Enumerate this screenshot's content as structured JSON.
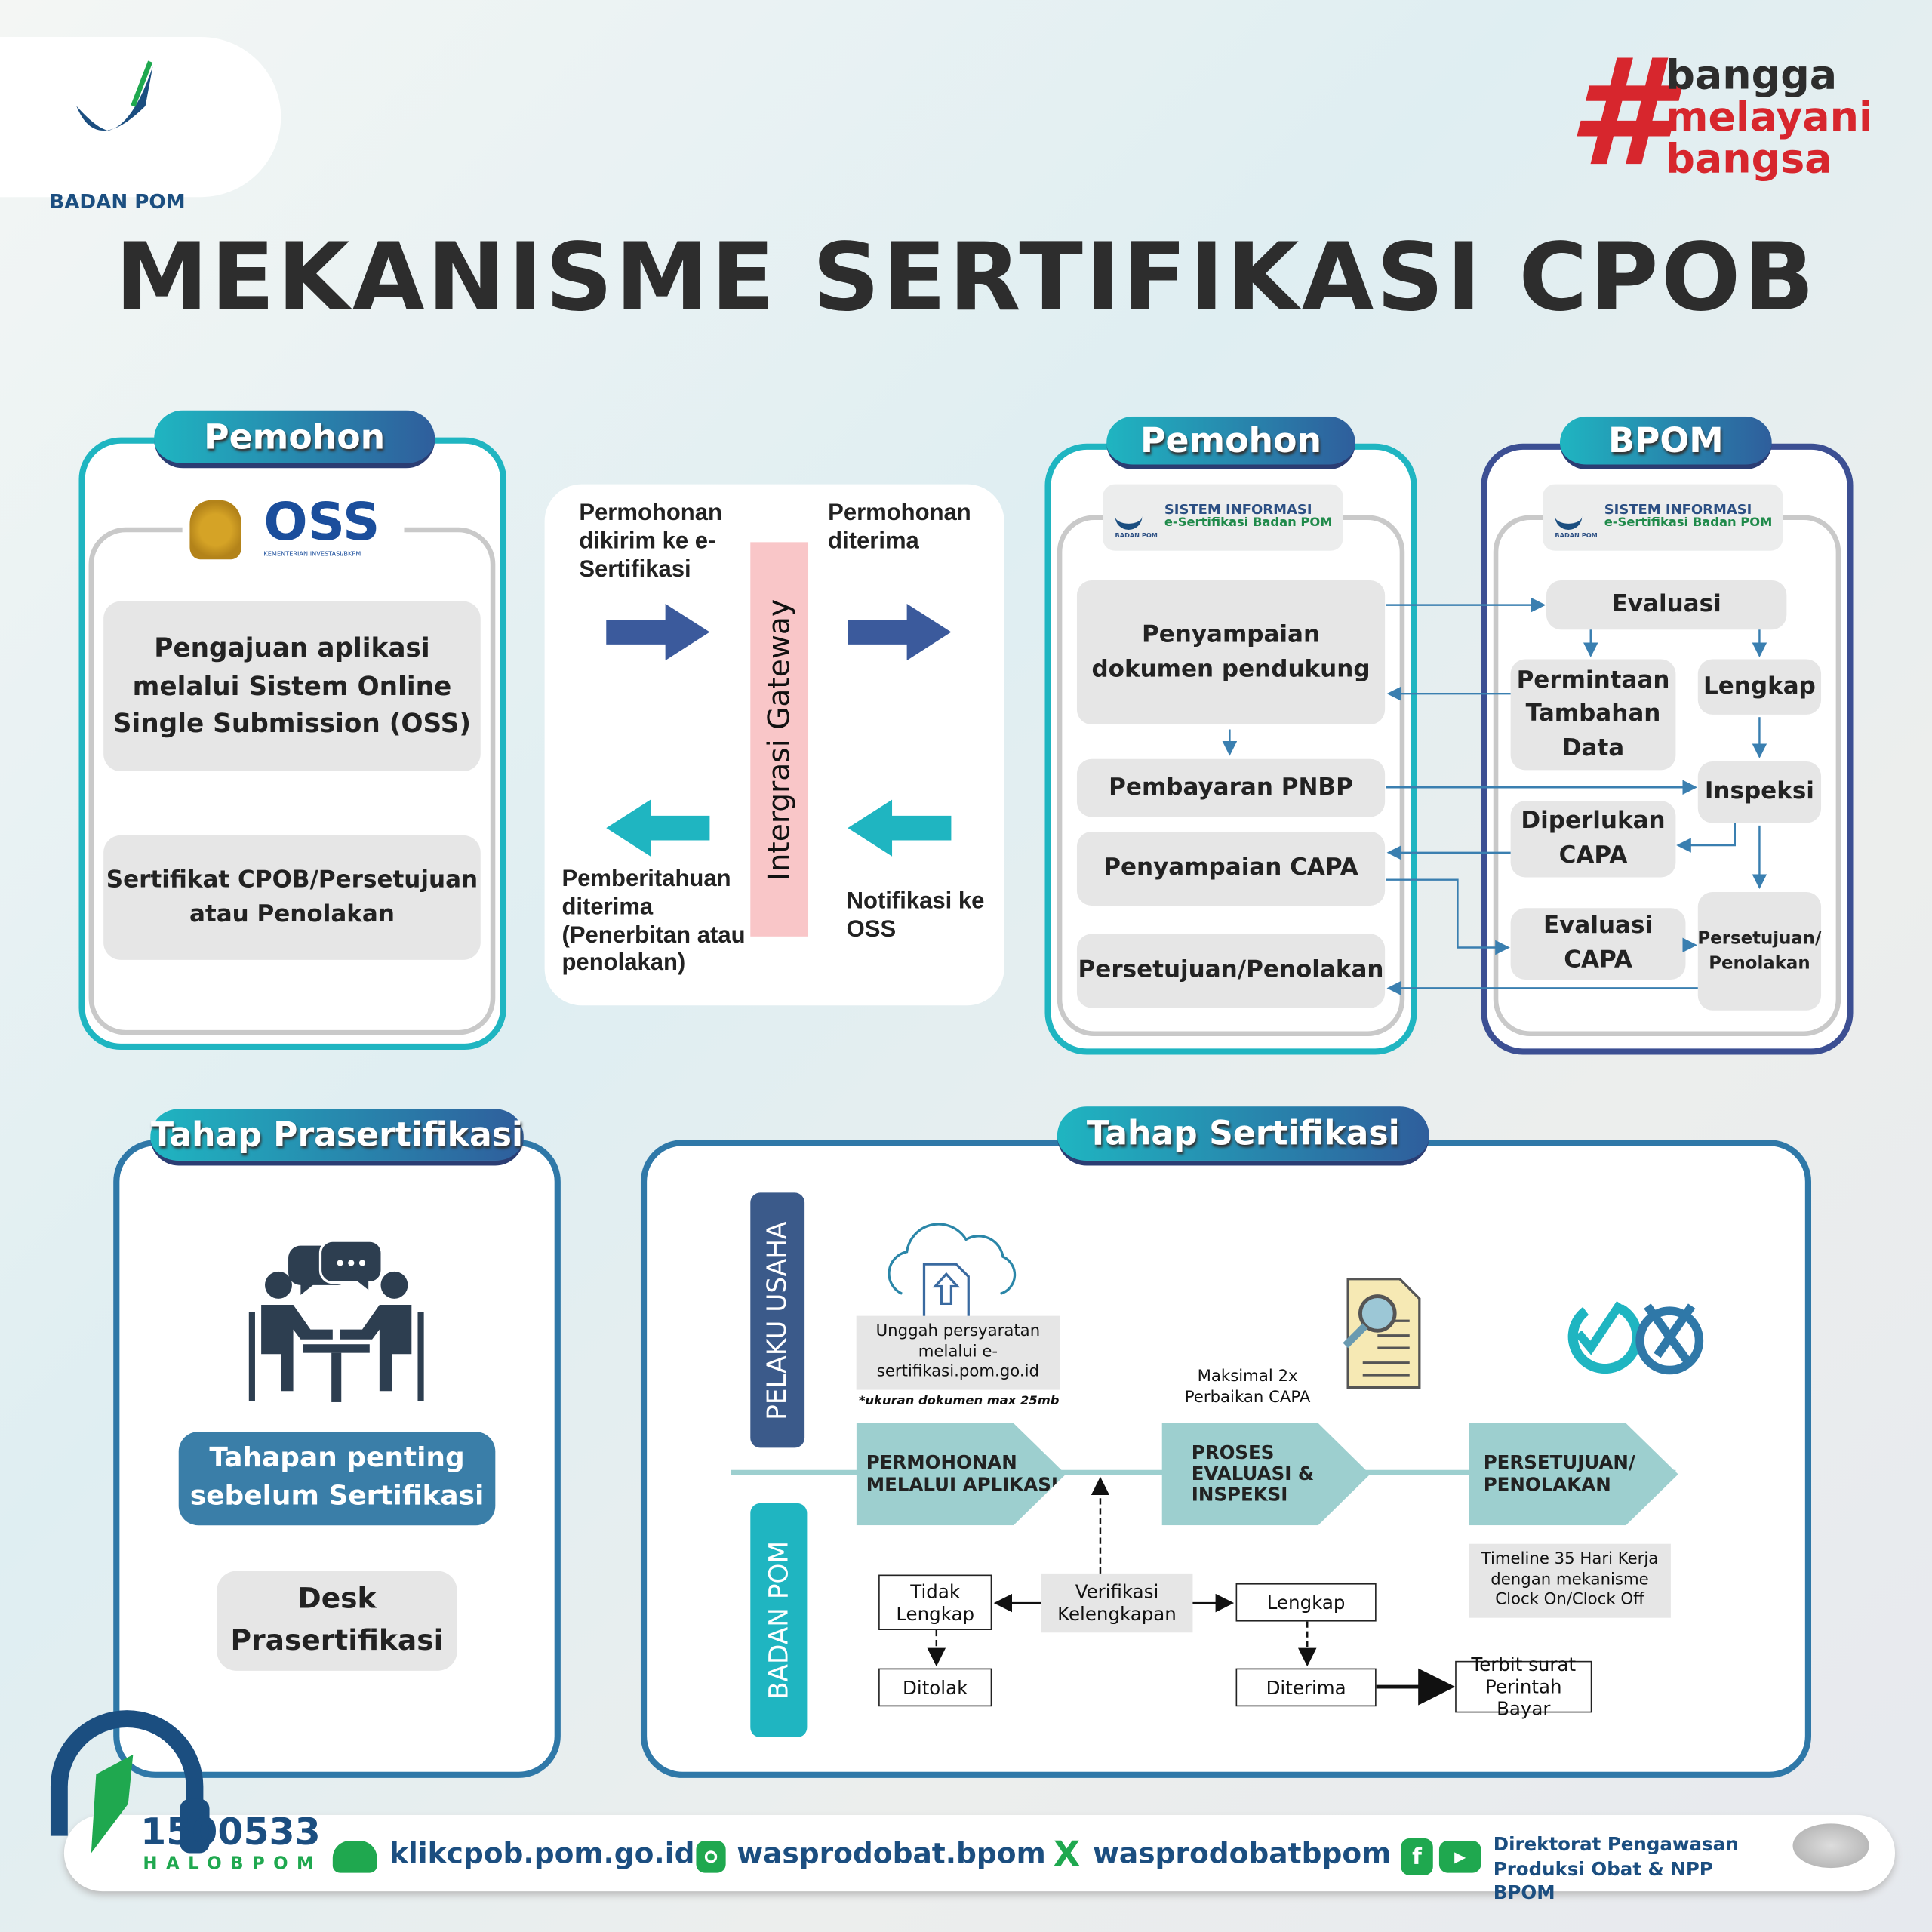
{
  "logo": {
    "text": "BADAN POM"
  },
  "hashtag": {
    "symbol": "#",
    "lines": [
      "bangga",
      "melayani",
      "bangsa"
    ]
  },
  "title": "MEKANISME SERTIFIKASI CPOB",
  "pemohon_oss": {
    "header": "Pemohon",
    "oss_logo": "OSS",
    "oss_sub": "KEMENTERIAN INVESTASI/BKPM",
    "items": [
      "Pengajuan aplikasi melalui Sistem Online Single Submission (OSS)",
      "Sertifikat CPOB/Persetujuan atau Penolakan"
    ]
  },
  "gateway": {
    "label": "Intergrasi Gateway",
    "top_left": "Permohonan dikirim ke e-Sertifikasi",
    "top_right": "Permohonan diterima",
    "bottom_left": "Pemberitahuan diterima (Penerbitan atau penolakan)",
    "bottom_right": "Notifikasi ke OSS"
  },
  "system_logo": {
    "line1": "SISTEM INFORMASI",
    "line2": "e-Sertifikasi Badan POM",
    "mini": "BADAN POM"
  },
  "pemohon_esert": {
    "header": "Pemohon",
    "items": [
      "Penyampaian dokumen pendukung",
      "Pembayaran PNBP",
      "Penyampaian CAPA",
      "Persetujuan/Penolakan"
    ]
  },
  "bpom": {
    "header": "BPOM",
    "items": {
      "evaluasi": "Evaluasi",
      "permintaan": "Permintaan Tambahan Data",
      "lengkap": "Lengkap",
      "inspeksi": "Inspeksi",
      "diperlukan_capa": "Diperlukan CAPA",
      "evaluasi_capa": "Evaluasi CAPA",
      "persetujuan": "Persetujuan/ Penolakan"
    }
  },
  "prasertifikasi": {
    "header": "Tahap Prasertifikasi",
    "highlight": "Tahapan penting sebelum Sertifikasi",
    "desk": "Desk Prasertifikasi"
  },
  "sertifikasi": {
    "header": "Tahap Sertifikasi",
    "lane_top": "PELAKU USAHA",
    "lane_bottom": "BADAN POM",
    "upload": "Unggah persyaratan melalui e-sertifikasi.pom.go.id",
    "upload_note": "*ukuran dokumen max 25mb",
    "capa_note": "Maksimal 2x Perbaikan CAPA",
    "steps": [
      "PERMOHONAN MELALUI APLIKASI",
      "PROSES EVALUASI & INSPEKSI",
      "PERSETUJUAN/ PENOLAKAN"
    ],
    "timeline": "Timeline 35 Hari Kerja dengan mekanisme Clock On/Clock Off",
    "verifikasi": "Verifikasi Kelengkapan",
    "tidak_lengkap": "Tidak Lengkap",
    "ditolak": "Ditolak",
    "lengkap": "Lengkap",
    "diterima": "Diterima",
    "terbit": "Terbit surat Perintah Bayar"
  },
  "footer": {
    "hotline": "1500533",
    "hotline_sub": "HALOBPOM",
    "website": "klikcpob.pom.go.id",
    "instagram": "wasprodobat.bpom",
    "x": "wasprodobatbpom",
    "org": "Direktorat Pengawasan Produksi Obat & NPP BPOM"
  },
  "colors": {
    "teal": "#1fb5c1",
    "navy": "#3c4f93",
    "red": "#d7262d",
    "arrow": "#3a7fb0",
    "chevron": "#9dcfcf"
  }
}
